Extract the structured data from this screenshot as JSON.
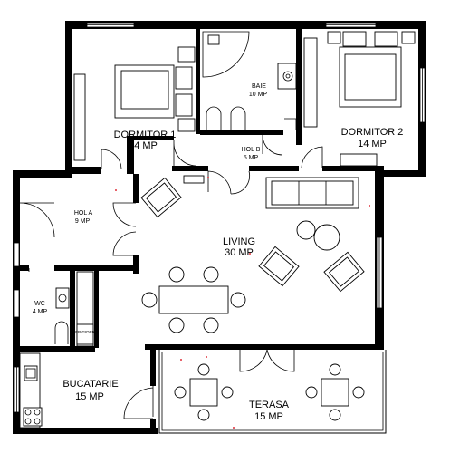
{
  "rooms": [
    {
      "name": "DORMITOR 1",
      "area": "14 MP"
    },
    {
      "name": "BAIE",
      "area": "10 MP"
    },
    {
      "name": "DORMITOR 2",
      "area": "14 MP"
    },
    {
      "name": "HOL B",
      "area": "5 MP"
    },
    {
      "name": "HOL A",
      "area": "9 MP"
    },
    {
      "name": "LIVING",
      "area": "30 MP"
    },
    {
      "name": "WC",
      "area": "4 MP"
    },
    {
      "name": "BUCATARIE",
      "area": "15 MP"
    },
    {
      "name": "TERASA",
      "area": "15 MP"
    }
  ],
  "appliances": {
    "fridge": "FRIGIDER"
  },
  "colors": {
    "wall": "#000000",
    "background": "#ffffff",
    "marker": "#e0303a"
  }
}
